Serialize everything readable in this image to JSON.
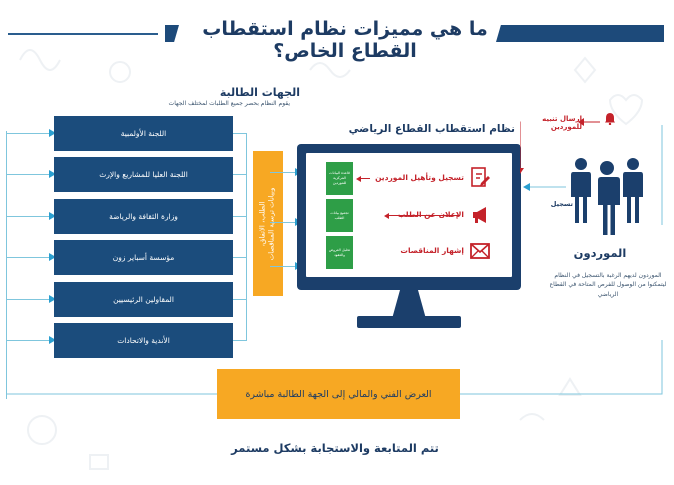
{
  "title": "ما هي مميزات نظام استقطاب القطاع الخاص؟",
  "requesters": {
    "title": "الجهات الطالبة",
    "subtitle": "يقوم النظام بحصر جميع الطلبات لمختلف الجهات",
    "items": [
      "اللجنة الأولمبية",
      "اللجنة العليا للمشاريع والإرث",
      "وزارة الثقافة والرياضة",
      "مؤسسة أسباير زون",
      "المقاولين الرئيسيين",
      "الأندية والاتحادات"
    ]
  },
  "orange_vertical": {
    "line1": "الطلب، الاتفاق،",
    "line2": "وبيانات ترسية المناقصات"
  },
  "platform": {
    "title": "نظام استقطاب القطاع الرياضي",
    "green_items": [
      "قاعدة البيانات المركزية للموردين",
      "تجميع بيانات الطلب",
      "تحليل العروض والعقود"
    ],
    "red_items": [
      {
        "label": "تسجيل وتأهيل الموردين",
        "icon": "edit-document-icon"
      },
      {
        "label": "الإعلان عن الطلب",
        "icon": "megaphone-icon"
      },
      {
        "label": "إشهار المناقصات",
        "icon": "envelope-icon"
      }
    ]
  },
  "suppliers": {
    "notify_label": "ارسال تنبيه للموردين",
    "register_label": "تسجيل",
    "title": "الموردون",
    "description": "الموردون لديهم الرغبة بالتسجيل في النظام ليتمكنوا من الوصول للفرص المتاحة في القطاع الرياضي"
  },
  "bottom_box": "العرض الفني والمالي إلى الجهة الطالبة مباشرة",
  "bottom_note": "تتم المتابعة والاستجابة بشكل مستمر",
  "colors": {
    "navy": "#1b4c7c",
    "orange": "#f7a823",
    "green": "#2e9e47",
    "red": "#c4222a",
    "light_blue": "#7fc6dd"
  }
}
